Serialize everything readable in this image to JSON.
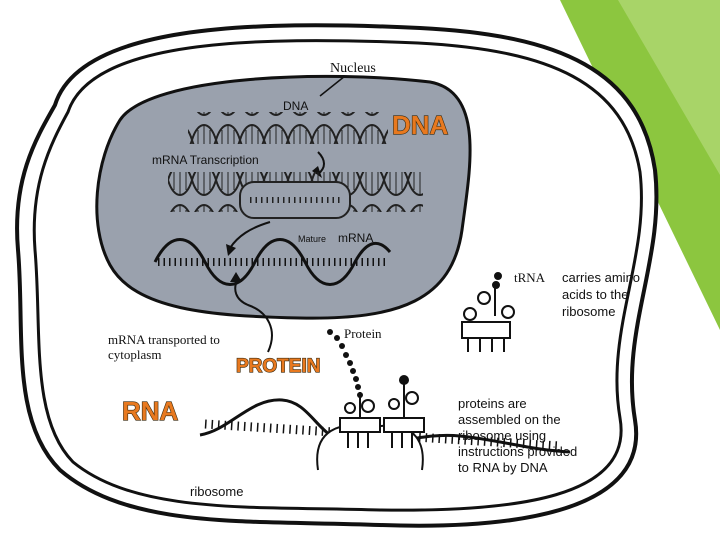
{
  "labels": {
    "nucleus": "Nucleus",
    "dna_small": "DNA",
    "dna_big": "DNA",
    "transcription": "mRNA Transcription",
    "mature_prefix": "Mature",
    "mature_mrna": "mRNA",
    "transported_line1": "mRNA transported to",
    "transported_line2": "cytoplasm",
    "protein_big": "PROTEIN",
    "protein_small": "Protein",
    "rna_big": "RNA",
    "trna": "tRNA",
    "trna_desc_line1": "carries amino",
    "trna_desc_line2": "acids to the",
    "trna_desc_line3": "ribosome",
    "assembly_line1": "proteins are",
    "assembly_line2": "assembled on the",
    "assembly_line3": "ribosome using",
    "assembly_line4": "instructions provided",
    "assembly_line5": "to RNA by DNA",
    "ribosome": "ribosome"
  },
  "colors": {
    "accent_green": "#8cc63f",
    "nucleus_fill": "#9aa1ad",
    "label_orange": "#e8791f"
  }
}
